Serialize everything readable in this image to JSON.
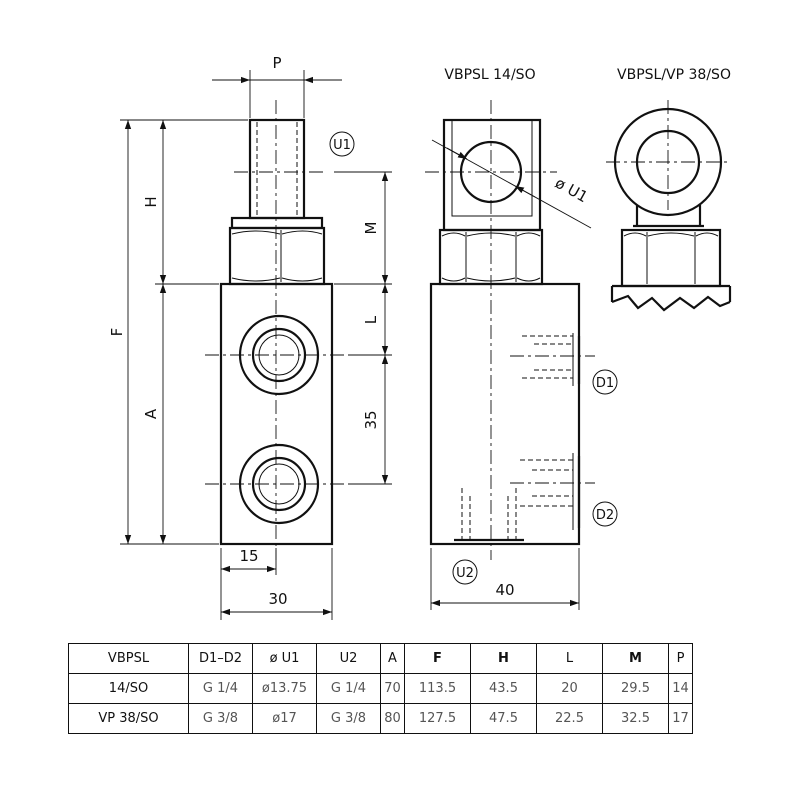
{
  "views": {
    "side_title": "VBPSL 14/SO",
    "top_title": "VBPSL/VP 38/SO"
  },
  "dimensions": {
    "P": "P",
    "H": "H",
    "F": "F",
    "A": "A",
    "M": "M",
    "L": "L",
    "d35": "35",
    "d15": "15",
    "d30": "30",
    "d40": "40",
    "dU1": "ø U1"
  },
  "callouts": {
    "U1": "U1",
    "D1": "D1",
    "D2": "D2",
    "U2": "U2"
  },
  "table": {
    "headers": [
      "VBPSL",
      "D1–D2",
      "ø U1",
      "U2",
      "A",
      "F",
      "H",
      "L",
      "M",
      "P"
    ],
    "rows": [
      [
        "14/SO",
        "G 1/4",
        "ø13.75",
        "G 1/4",
        "70",
        "113.5",
        "43.5",
        "20",
        "29.5",
        "14"
      ],
      [
        "VP 38/SO",
        "G 3/8",
        "ø17",
        "G 3/8",
        "80",
        "127.5",
        "47.5",
        "22.5",
        "32.5",
        "17"
      ]
    ]
  }
}
